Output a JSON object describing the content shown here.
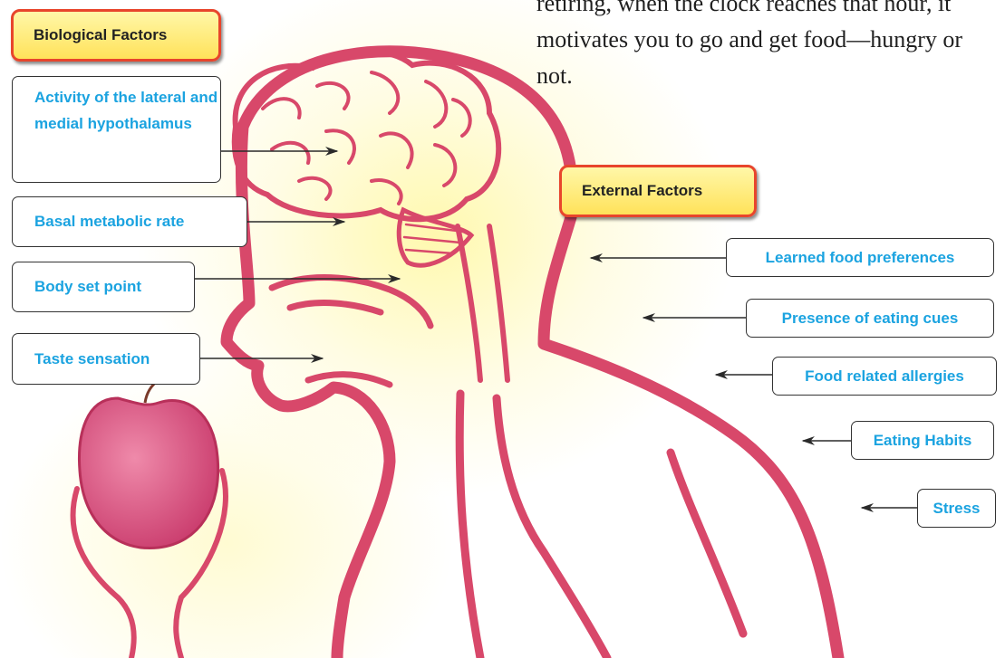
{
  "intro_text": "retiring, when the clock reaches that hour, it motivates you to go and get food—hungry or not.",
  "biological": {
    "header": "Biological Factors",
    "items": [
      "Activity of the lateral and medial hypothalamus",
      "Basal metabolic rate",
      "Body set point",
      "Taste sensation"
    ]
  },
  "external": {
    "header": "External Factors",
    "items": [
      "Learned food preferences",
      "Presence of eating cues",
      "Food related allergies",
      "Eating Habits",
      "Stress"
    ]
  },
  "colors": {
    "label_text": "#1ba3e0",
    "header_border": "#e8452c",
    "header_fill": "#ffe25a",
    "illustration_stroke": "#d8486a",
    "apple_fill": "#d8487a"
  }
}
